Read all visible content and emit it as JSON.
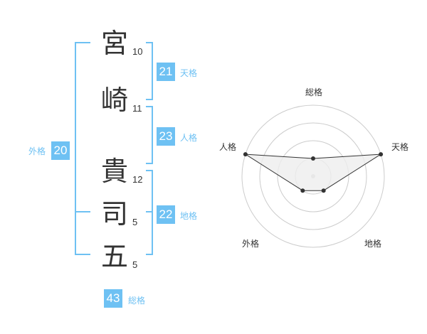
{
  "name": {
    "characters": [
      {
        "char": "宮",
        "strokes": "10"
      },
      {
        "char": "崎",
        "strokes": "11"
      },
      {
        "char": "貴",
        "strokes": "12"
      },
      {
        "char": "司",
        "strokes": "5"
      },
      {
        "char": "五",
        "strokes": "5"
      }
    ]
  },
  "fortunes": {
    "tenkaku": {
      "value": "21",
      "label": "天格"
    },
    "jinkaku": {
      "value": "23",
      "label": "人格"
    },
    "chikaku": {
      "value": "22",
      "label": "地格"
    },
    "gaikaku": {
      "value": "20",
      "label": "外格"
    },
    "soukaku": {
      "value": "43",
      "label": "総格"
    }
  },
  "colors": {
    "accent": "#6ec1f3",
    "text": "#333333",
    "grid": "#cccccc",
    "fill": "#eeeeee"
  },
  "chart_data": {
    "type": "radar",
    "axes": [
      "総格",
      "天格",
      "地格",
      "外格",
      "人格"
    ],
    "values": [
      1,
      4,
      1,
      1,
      4
    ],
    "rmax": 4,
    "rings": 4
  }
}
